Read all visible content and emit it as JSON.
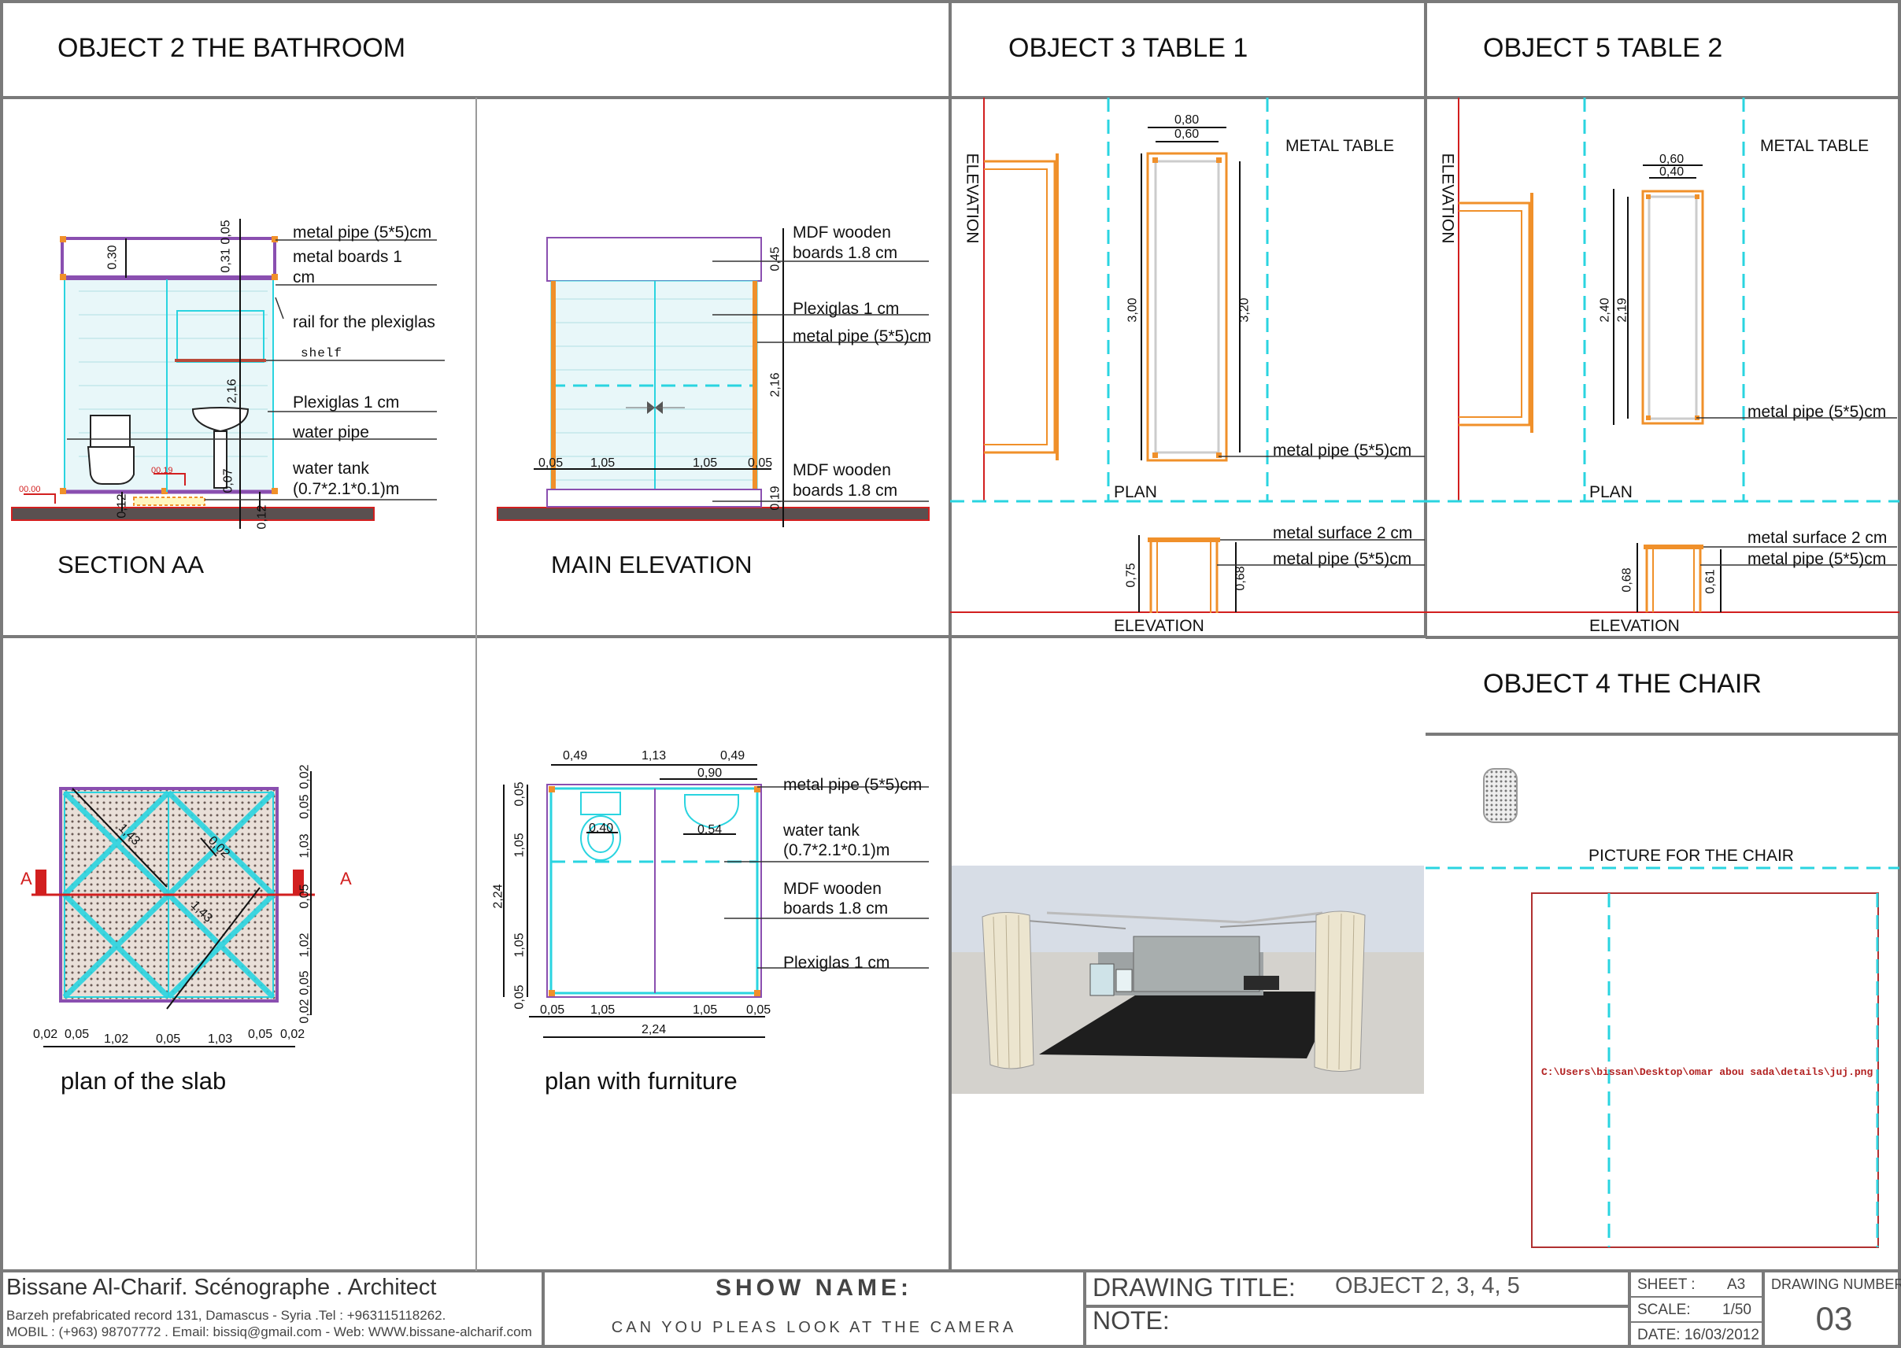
{
  "sheet": {
    "object2_title": "OBJECT 2 THE BATHROOM",
    "object3_title": "OBJECT 3 TABLE 1",
    "object5_title": "OBJECT 5 TABLE 2",
    "object4_title": "OBJECT 4 THE CHAIR"
  },
  "section_aa": {
    "caption": "SECTION AA",
    "labels": {
      "pipe": "metal pipe (5*5)cm",
      "boards": "metal   boards 1",
      "boards2": "cm",
      "rail": "rail for the plexiglas",
      "shelf": "shelf",
      "plexi": "Plexiglas 1 cm",
      "water": "water pipe",
      "tank": "water tank",
      "tank2": "(0.7*2.1*0.1)m"
    },
    "dims": {
      "d030": "0.30",
      "d031": "0,31",
      "d005": "0,05",
      "d216": "2,16",
      "d012": "0,12",
      "d007": "0,07",
      "d012b": "0,12",
      "lvl0": "00.00",
      "lvl19": "00.19"
    }
  },
  "main_elevation": {
    "caption": "MAIN ELEVATION",
    "labels": {
      "mdf1": "MDF wooden",
      "mdf1b": "boards 1.8 cm",
      "plexi": "Plexiglas 1 cm",
      "pipe": "metal pipe (5*5)cm",
      "mdf2": "MDF wooden",
      "mdf2b": "boards 1.8 cm"
    },
    "dims": {
      "d045": "0,45",
      "d216": "2,16",
      "d019": "0,19",
      "b1": "0,05",
      "b2": "1,05",
      "b3": "1,05",
      "b4": "0,05"
    }
  },
  "table1": {
    "elevation_side": "ELEVATION",
    "metal_table": "METAL TABLE",
    "plan": "PLAN",
    "elevation": "ELEVATION",
    "pipe": "metal pipe (5*5)cm",
    "surface": "metal surface 2 cm",
    "pipe2": "metal pipe (5*5)cm",
    "dims": {
      "w1": "0,80",
      "w2": "0,60",
      "l1": "3,00",
      "l2": "3,20",
      "h1": "0,75",
      "h2": "0,68"
    }
  },
  "table2": {
    "elevation_side": "ELEVATION",
    "metal_table": "METAL TABLE",
    "plan": "PLAN",
    "elevation": "ELEVATION",
    "pipe": "metal pipe (5*5)cm",
    "surface": "metal surface 2 cm",
    "pipe2": "metal pipe (5*5)cm",
    "dims": {
      "w1": "0,60",
      "w2": "0,40",
      "l1": "2,40",
      "l2": "2,19",
      "h1": "0,68",
      "h2": "0,61"
    }
  },
  "slab": {
    "caption": "plan of the slab",
    "marker_a": "A",
    "dims_right": [
      "0,02",
      "0,05",
      "1,03",
      "0,05",
      "1,02",
      "0,05",
      "0,02"
    ],
    "dims_bottom": [
      "0,02",
      "0,05",
      "1,02",
      "0,05",
      "1,03",
      "0,05",
      "0,02"
    ],
    "diag1": "1,43",
    "diag2": "0,02",
    "diag3": "1,43"
  },
  "plan_furniture": {
    "caption": "plan with furniture",
    "labels": {
      "pipe": "metal pipe (5*5)cm",
      "tank": "water tank",
      "tank2": "(0.7*2.1*0.1)m",
      "mdf": "MDF wooden",
      "mdf2": "boards 1.8 cm",
      "plexi": "Plexiglas 1 cm"
    },
    "dims": {
      "t1": "0,49",
      "t2": "1,13",
      "t3": "0,49",
      "t4": "0,90",
      "w1": "0,40",
      "w2": "0,54",
      "l0": "2,24",
      "l1": "0,05",
      "l2": "1,05",
      "l3": "1,05",
      "l4": "0,05",
      "b1": "0,05",
      "b2": "1,05",
      "b3": "1,05",
      "b4": "0,05",
      "b5": "2,24"
    }
  },
  "chair": {
    "picture_label": "PICTURE FOR THE CHAIR",
    "file_path": "C:\\Users\\bissan\\Desktop\\omar abou sada\\details\\juj.png"
  },
  "title_block": {
    "author": "Bissane Al-Charif. Scénographe . Architect",
    "address": "Barzeh prefabricated record 131, Damascus - Syria .Tel : +963115118262.",
    "contact": "MOBIL : (+963) 98707772 . Email: bissiq@gmail.com - Web: WWW.bissane-alcharif.com",
    "show_name_label": "SHOW NAME:",
    "show_name": "CAN YOU PLEAS LOOK AT THE CAMERA",
    "drawing_title_label": "DRAWING TITLE:",
    "drawing_title": "OBJECT 2, 3, 4, 5",
    "note_label": "NOTE:",
    "sheet_label": "SHEET :",
    "sheet_value": "A3",
    "scale_label": "SCALE:",
    "scale_value": "1/50",
    "date_label": "DATE: 16/03/2012",
    "drawing_number_label": "DRAWING NUMBER",
    "drawing_number": "03"
  },
  "colors": {
    "frame": "#7a7a7a",
    "cyan": "#2ad4e0",
    "orange": "#f0902a",
    "red": "#d21f1f",
    "purple": "#8a4fb0",
    "ground": "#5a5050"
  }
}
